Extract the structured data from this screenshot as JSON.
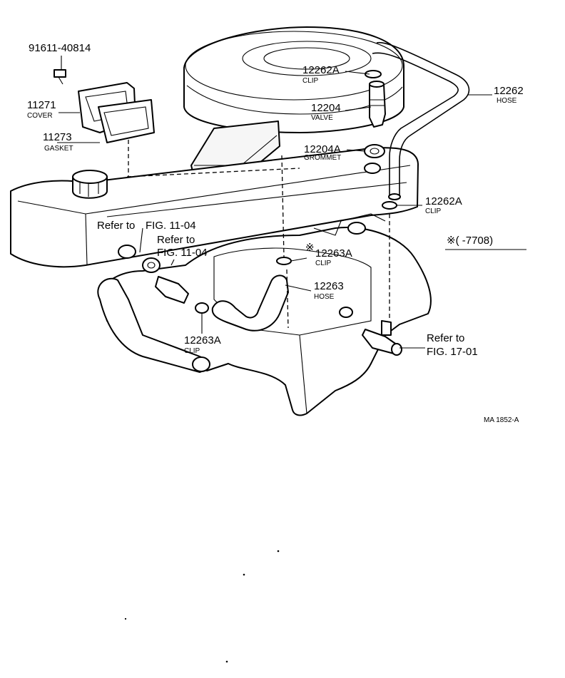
{
  "labels": {
    "bolt_pn": "91611-40814",
    "cover_pn": "11271",
    "cover_name": "COVER",
    "gasket_pn": "11273",
    "gasket_name": "GASKET",
    "clip_top_pn": "12262A",
    "clip_top_name": "CLIP",
    "valve_pn": "12204",
    "valve_name": "VALVE",
    "grommet_pn": "12204A",
    "grommet_name": "GROMMET",
    "hose_top_pn": "12262",
    "hose_top_name": "HOSE",
    "clip_right_pn": "12262A",
    "clip_right_name": "CLIP",
    "clip_mid_mark": "※",
    "clip_mid_pn": "12263A",
    "clip_mid_name": "CLIP",
    "hose_bottom_pn": "12263",
    "hose_bottom_name": "HOSE",
    "clip_bottom_pn": "12263A",
    "clip_bottom_name": "CLIP",
    "ref1_line1": "Refer to",
    "ref1_line2": "FIG. 11-04",
    "ref2_line1": "Refer to",
    "ref2_line2": "FIG. 11-04",
    "ref3_line1": "Refer to",
    "ref3_line2": "FIG. 17-01",
    "applicability_note": "※(    -7708)",
    "drawing_code": "MA 1852-A"
  },
  "colors": {
    "ink": "#000000",
    "paper": "#ffffff",
    "part_fill": "#f6f6f6"
  }
}
